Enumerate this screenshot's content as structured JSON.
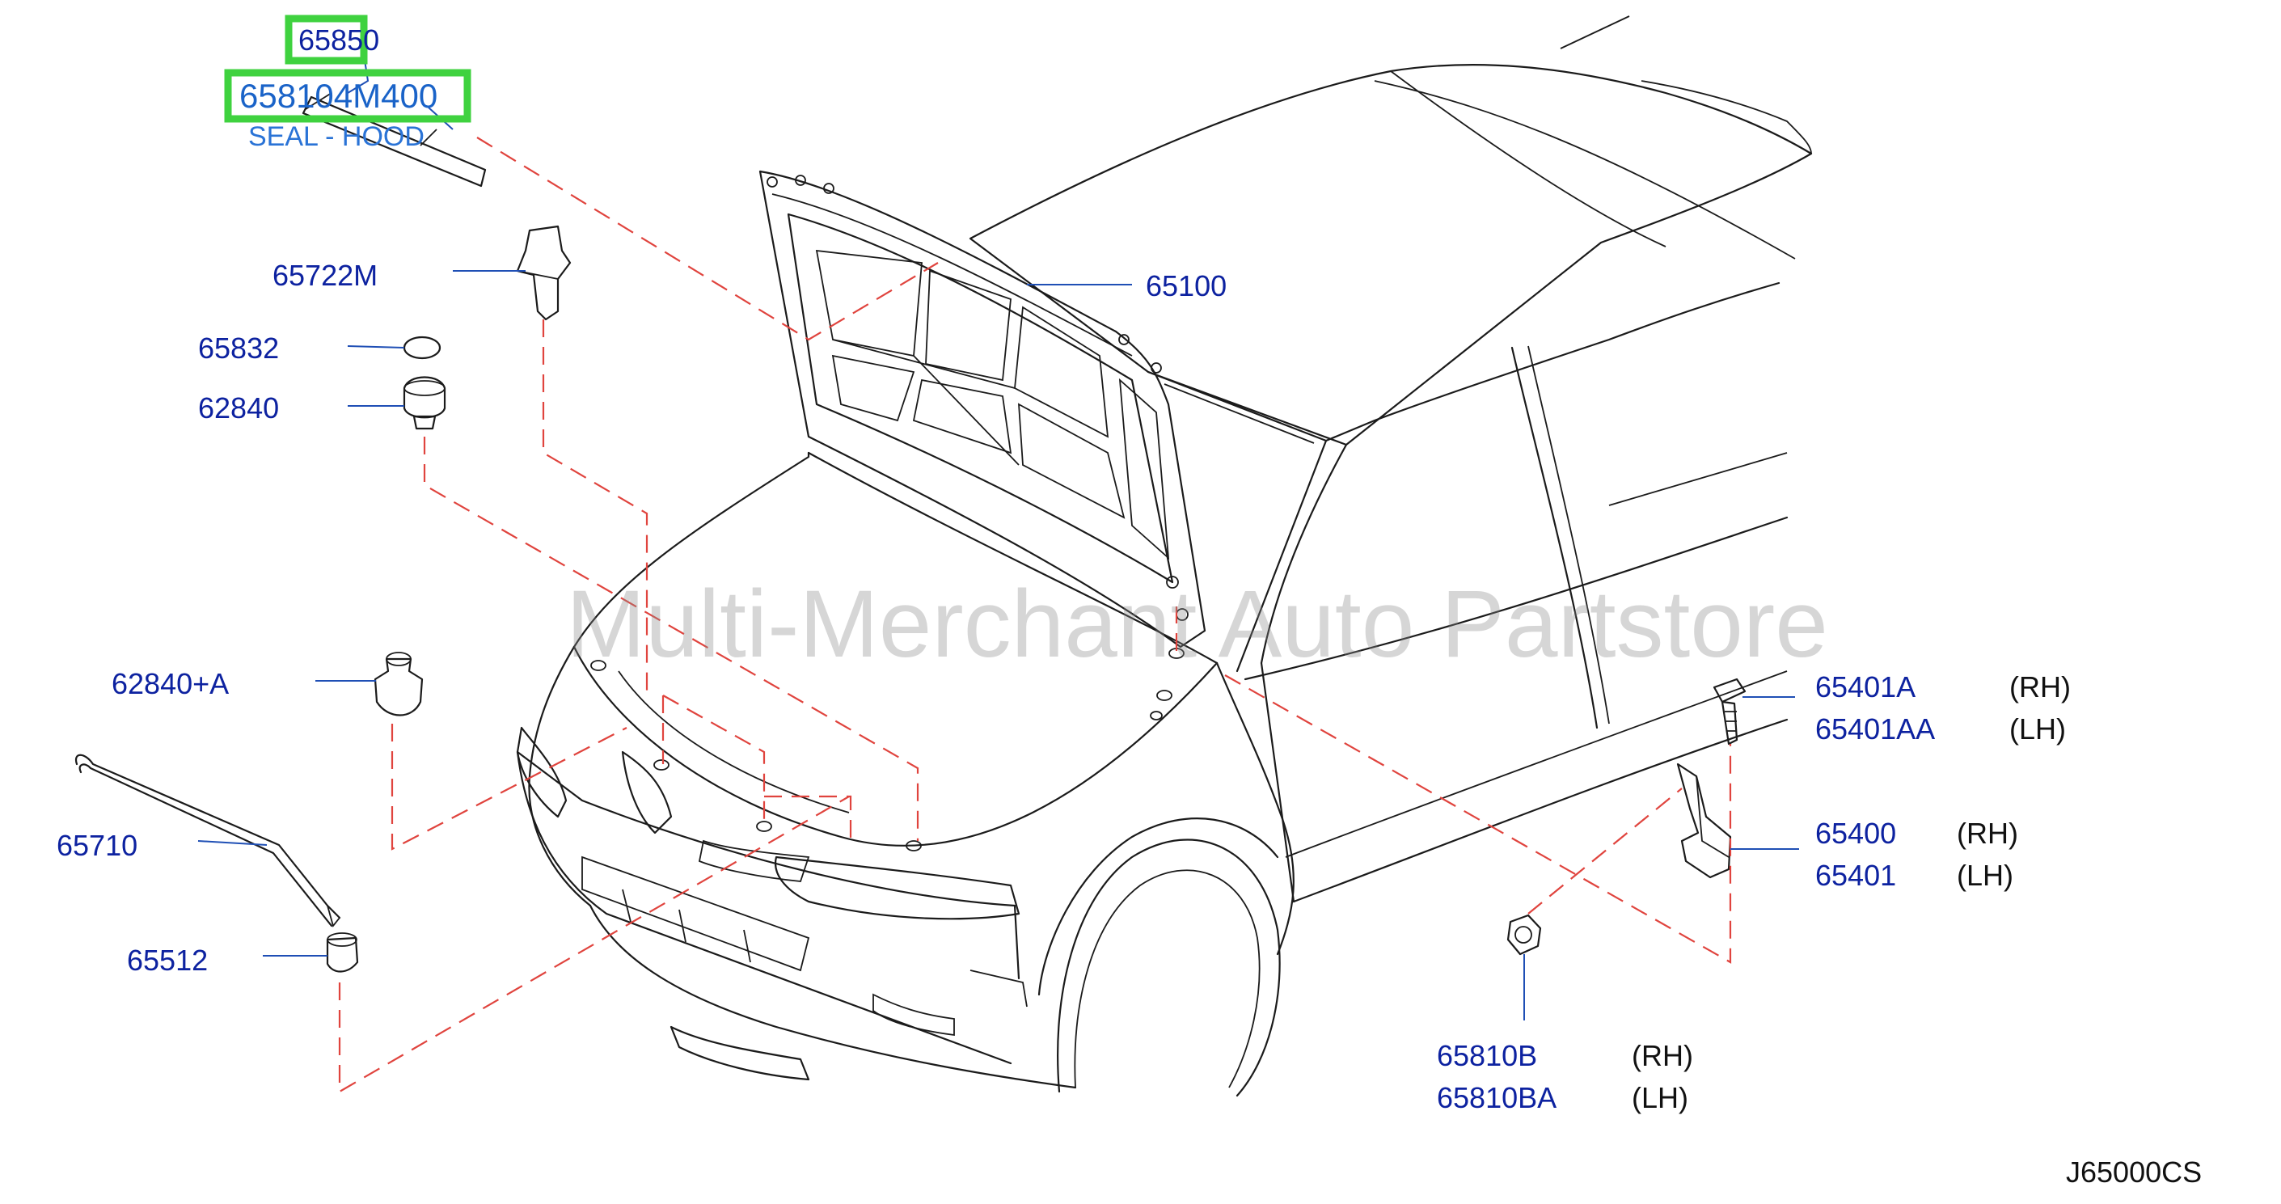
{
  "diagram": {
    "watermark": "Multi-Merchant Auto Partstore",
    "code": "J65000CS",
    "highlight_color": "#3fd23f",
    "callout_color": "#0d22a0",
    "dash_color": "#e0443e",
    "callouts": {
      "p65850": "65850",
      "p658104M400": "658104M400",
      "seal_hood": "SEAL - HOOD",
      "p65722M": "65722M",
      "p65832": "65832",
      "p62840": "62840",
      "p65100": "65100",
      "p62840A": "62840+A",
      "p65710": "65710",
      "p65512": "65512",
      "p65401A": "65401A",
      "p65401A_side": "(RH)",
      "p65401AA": "65401AA",
      "p65401AA_side": "(LH)",
      "p65400": "65400",
      "p65400_side": "(RH)",
      "p65401": "65401",
      "p65401_side": "(LH)",
      "p65810B": "65810B",
      "p65810B_side": "(RH)",
      "p65810BA": "65810BA",
      "p65810BA_side": "(LH)"
    }
  }
}
